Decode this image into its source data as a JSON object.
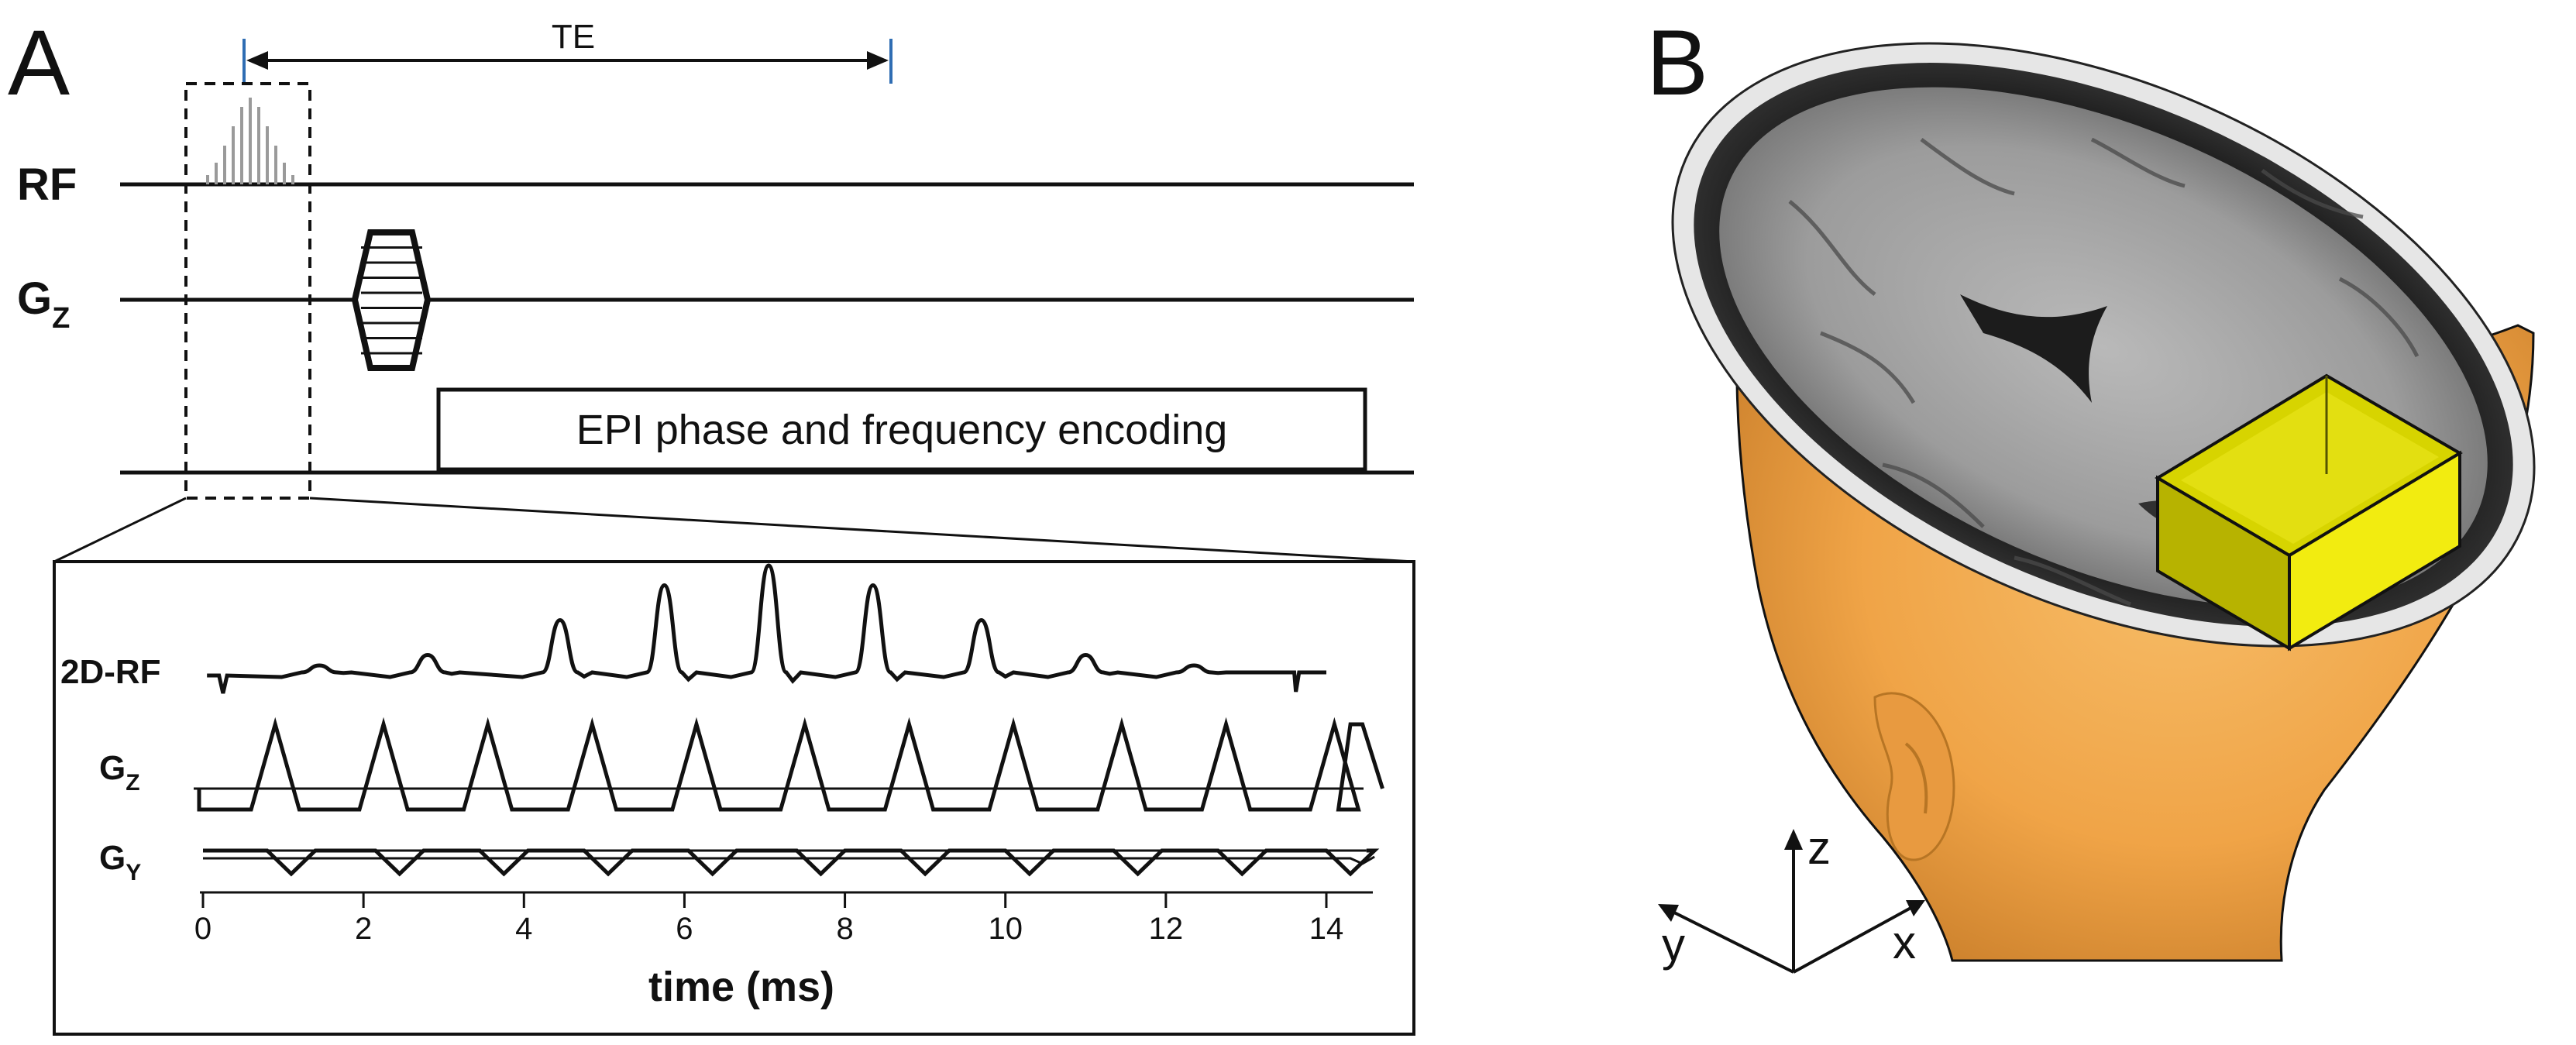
{
  "panel_a": {
    "letter": "A",
    "te_label": "TE",
    "rows": {
      "rf": "RF",
      "gz_main": "G",
      "gz_main_sub": "Z",
      "epi_box": "EPI phase and frequency encoding"
    },
    "inset": {
      "label_2drf": "2D-RF",
      "label_gz": "G",
      "label_gz_sub": "Z",
      "label_gy": "G",
      "label_gy_sub": "Y",
      "axis_title": "time (ms)",
      "ticks": [
        "0",
        "2",
        "4",
        "6",
        "8",
        "10",
        "12",
        "14"
      ],
      "rf_lobe_peaks": [
        0.06,
        0.15,
        0.45,
        0.75,
        0.92,
        0.75,
        0.45,
        0.15,
        0.06
      ],
      "gz_triangle_count": 11,
      "gy_blip_count": 11
    }
  },
  "panel_b": {
    "letter": "B",
    "axes": {
      "z": "z",
      "y": "y",
      "x": "x"
    }
  },
  "colors": {
    "skin": "#f3a94f",
    "voxel_yellow": "#f2ec10",
    "voxel_dark": "#b7b300",
    "axis_blue": "#2f6db3",
    "ink": "#111111",
    "rf_gray": "#9a9a9a"
  }
}
